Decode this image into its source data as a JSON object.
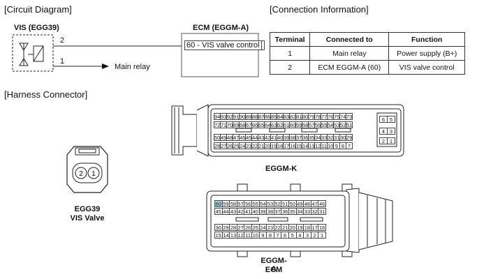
{
  "sections": {
    "circuit": "[Circuit Diagram]",
    "connection": "[Connection Information]",
    "harness": "[Harness Connector]"
  },
  "circuit": {
    "vis_label": "VIS (EGG39)",
    "ecm_label": "ECM (EGGM-A)",
    "ecm_pin_text": "60 - VIS valve control",
    "wire_top_pin": "2",
    "wire_bottom_pin": "1",
    "main_relay": "Main relay"
  },
  "table": {
    "headers": [
      "Terminal",
      "Connected to",
      "Function"
    ],
    "rows": [
      [
        "1",
        "Main relay",
        "Power supply (B+)"
      ],
      [
        "2",
        "ECM EGGM-A (60)",
        "VIS valve control"
      ]
    ]
  },
  "connectors": {
    "egg39": {
      "name": "EGG39",
      "desc": "VIS Valve",
      "pins": [
        "2",
        "1"
      ]
    },
    "eggm_k": {
      "name": "EGGM-K",
      "row1": [
        "94",
        "93",
        "92",
        "91",
        "90",
        "89",
        "88",
        "87",
        "86",
        "85",
        "84",
        "83",
        "82",
        "81",
        "80",
        "79",
        "78",
        "77",
        "76",
        "75",
        "74",
        "73"
      ],
      "row2": [
        "72",
        "71",
        "70",
        "69",
        "68",
        "67",
        "66",
        "65",
        "64",
        "63",
        "62",
        "61",
        "60",
        "59",
        "58",
        "57",
        "56",
        "55",
        "54",
        "53",
        "52",
        "51"
      ],
      "row3": [
        "50",
        "49",
        "48",
        "47",
        "46",
        "45",
        "44",
        "43",
        "42",
        "41",
        "40",
        "39",
        "38",
        "37",
        "36",
        "35",
        "34",
        "33",
        "32",
        "31",
        "30",
        "29"
      ],
      "row4": [
        "28",
        "27",
        "26",
        "25",
        "24",
        "23",
        "22",
        "21",
        "20",
        "19",
        "18",
        "17",
        "16",
        "15",
        "14",
        "13",
        "12",
        "11",
        "10",
        "9",
        "8",
        "7"
      ],
      "side_top": [
        "6",
        "5"
      ],
      "side_mid": [
        "4",
        "3"
      ],
      "side_bot": [
        "2",
        "1"
      ]
    },
    "eggm_a": {
      "name": "EGGM-A",
      "desc": "ECM",
      "row1": [
        "60",
        "59",
        "58",
        "57",
        "56",
        "55",
        "54",
        "53",
        "52",
        "51",
        "50",
        "49",
        "48",
        "47",
        "46"
      ],
      "row2": [
        "45",
        "44",
        "43",
        "42",
        "41",
        "40",
        "39",
        "38",
        "37",
        "36",
        "35",
        "34",
        "33",
        "32",
        "31"
      ],
      "row3": [
        "30",
        "29",
        "28",
        "27",
        "26",
        "25",
        "24",
        "23",
        "22",
        "21",
        "20",
        "19",
        "18",
        "17",
        "16"
      ],
      "row4": [
        "15",
        "14",
        "13",
        "12",
        "11",
        "10",
        "9",
        "8",
        "7",
        "6",
        "5",
        "4",
        "3",
        "2",
        "1"
      ],
      "highlight_pin": "60",
      "highlight_color": "#9fd4e6"
    }
  }
}
